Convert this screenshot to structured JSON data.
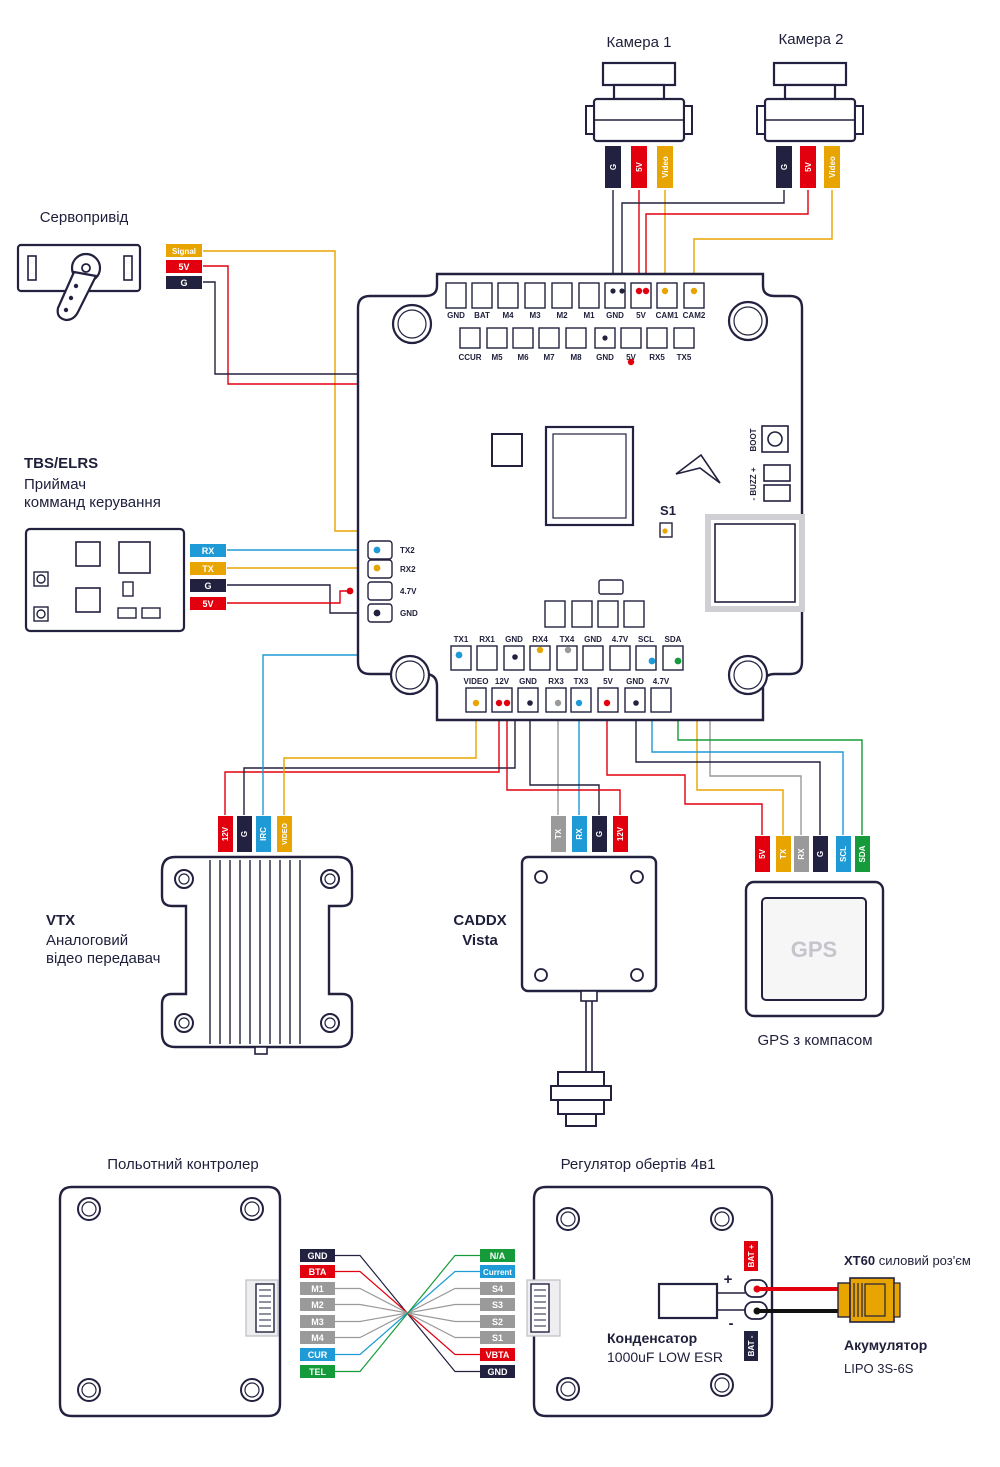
{
  "labels": {
    "camera1": "Камера 1",
    "camera2": "Камера 2",
    "servo": "Сервопривід",
    "rx_title": "TBS/ELRS",
    "rx_line1": "Приймач",
    "rx_line2": "комманд керування",
    "vtx_title": "VTX",
    "vtx_line1": "Аналоговий",
    "vtx_line2": "відео передавач",
    "vista_line1": "CADDX",
    "vista_line2": "Vista",
    "gps_inner": "GPS",
    "gps_caption": "GPS з компасом",
    "fc_caption": "Польотний контролер",
    "esc_caption": "Регулятор обертів 4в1",
    "xt60_bold": "XT60",
    "xt60_rest": " силовий роз'єм",
    "battery": "Акумулятор",
    "battery_type": "LIPO 3S-6S",
    "capacitor": "Конденсатор",
    "capacitor_spec": "1000uF LOW ESR",
    "s1": "S1",
    "boot": "BOOT",
    "buzz": "- BUZZ +",
    "plus": "+",
    "minus": "-"
  },
  "camera_tags": [
    "G",
    "5V",
    "Video"
  ],
  "servo_tags": [
    "Signal",
    "5V",
    "G"
  ],
  "rx_tags": [
    "RX",
    "TX",
    "G",
    "5V"
  ],
  "fc_top_pads": [
    "GND",
    "BAT",
    "M4",
    "M3",
    "M2",
    "M1",
    "GND",
    "5V",
    "CAM1",
    "CAM2"
  ],
  "fc_second_pads": [
    "CCUR",
    "M5",
    "M6",
    "M7",
    "M8",
    "GND",
    "5V",
    "RX5",
    "TX5"
  ],
  "fc_side_pads": [
    "TX2",
    "RX2",
    "4.7V",
    "GND"
  ],
  "fc_bottom_pads": [
    "TX1",
    "RX1",
    "GND",
    "RX4",
    "TX4",
    "GND",
    "4.7V",
    "SCL",
    "SDA"
  ],
  "fc_lower_pads": [
    "VIDEO",
    "12V",
    "GND",
    "RX3",
    "TX3",
    "5V",
    "GND",
    "4.7V"
  ],
  "vtx_tags": [
    "12V",
    "G",
    "IRC",
    "VIDEO"
  ],
  "vista_tags": [
    "TX",
    "RX",
    "G",
    "12V"
  ],
  "gps_tags": [
    "5V",
    "TX",
    "RX",
    "G",
    "SCL",
    "SDA"
  ],
  "fc_conn_pins": [
    "GND",
    "BTA",
    "M1",
    "M2",
    "M3",
    "M4",
    "CUR",
    "TEL"
  ],
  "esc_conn_pins": [
    "N/A",
    "Current",
    "S4",
    "S3",
    "S2",
    "S1",
    "VBTA",
    "GND"
  ],
  "esc_power_tags": [
    "BAT +",
    "BAT -"
  ],
  "colors": {
    "navy": "#22213f",
    "red": "#e2000f",
    "yellow": "#e8a400",
    "blue": "#1e9ad6",
    "gray": "#9a9a9a",
    "green": "#169b3a",
    "black": "#111111"
  }
}
